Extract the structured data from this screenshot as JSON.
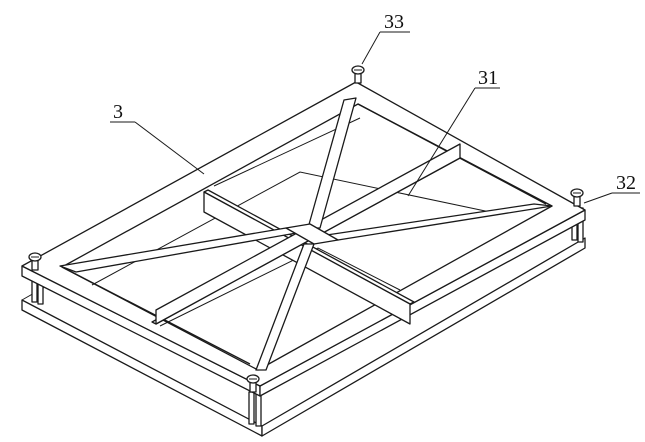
{
  "labels": {
    "label_33": "33",
    "label_31": "31",
    "label_3": "3",
    "label_32": "32"
  }
}
